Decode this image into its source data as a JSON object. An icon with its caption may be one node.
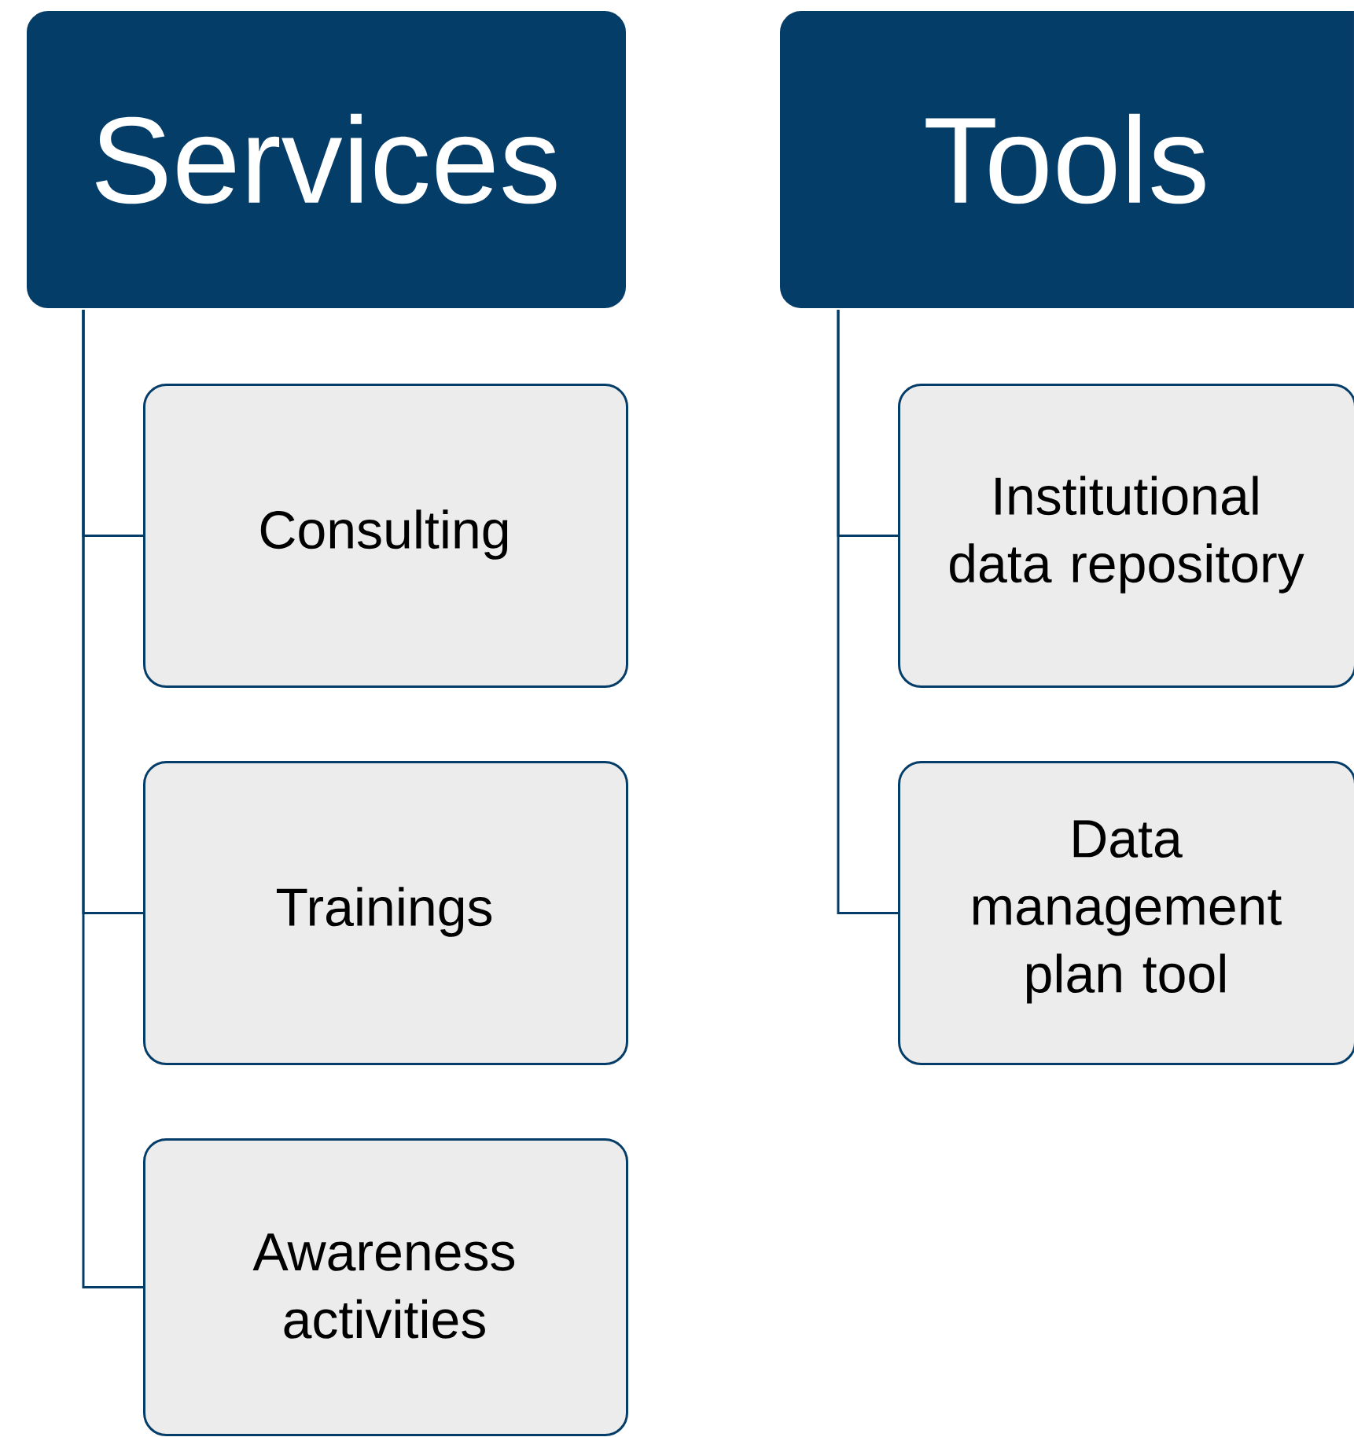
{
  "diagram": {
    "nodes": [
      {
        "text": [
          "Services"
        ]
      },
      {
        "text": [
          "Consulting"
        ]
      },
      {
        "text": [
          "Trainings"
        ]
      },
      {
        "text": [
          "Awareness activities"
        ]
      },
      {
        "text": [
          "Tools"
        ]
      },
      {
        "text": [
          "Institutional data repository"
        ]
      },
      {
        "text": [
          "Data management plan tool"
        ]
      }
    ],
    "edges": [
      {
        "from": 0,
        "to": 1,
        "arrow": "none"
      },
      {
        "from": 0,
        "to": 2,
        "arrow": "none"
      },
      {
        "from": 0,
        "to": 3,
        "arrow": "none"
      },
      {
        "from": 4,
        "to": 5,
        "arrow": "none"
      },
      {
        "from": 4,
        "to": 6,
        "arrow": "none"
      }
    ]
  }
}
